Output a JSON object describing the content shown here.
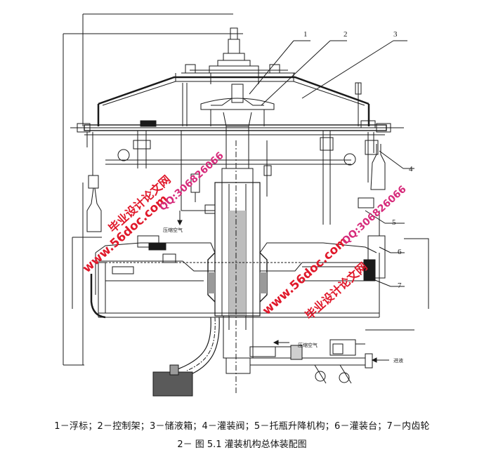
{
  "figure": {
    "legend": "1－浮标；2－控制架；3－储液箱；4－灌装阀；5－托瓶升降机构；6－灌装台；7－内齿轮",
    "title": "2－ 图 5.1  灌装机构总体装配图"
  },
  "callouts": [
    {
      "id": "1",
      "label": "1"
    },
    {
      "id": "2",
      "label": "2"
    },
    {
      "id": "3",
      "label": "3"
    },
    {
      "id": "4",
      "label": "4"
    },
    {
      "id": "5",
      "label": "5"
    },
    {
      "id": "6",
      "label": "6"
    },
    {
      "id": "7",
      "label": "7"
    }
  ],
  "annotations": {
    "air_left": "压缩空气",
    "air_right": "压缩空气",
    "liquid_in": "进液"
  },
  "watermarks": {
    "site": "www.56doc.com",
    "name": "毕业设计论文网",
    "qq": "QQ:306826066"
  },
  "colors": {
    "line": "#1a1a1a",
    "watermark_red": "#e0182a",
    "watermark_magenta": "#d62a7a"
  }
}
